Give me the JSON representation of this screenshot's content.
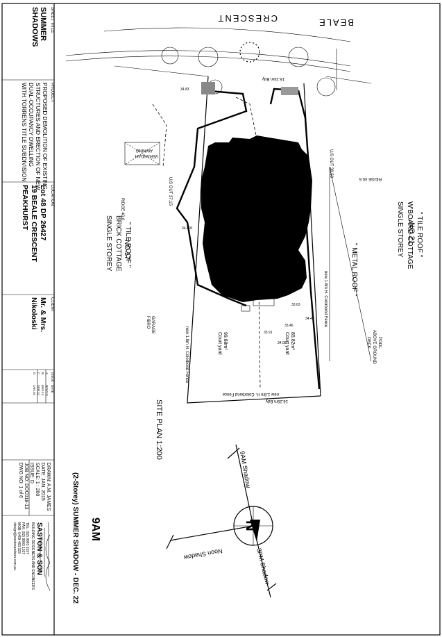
{
  "title_block": {
    "sheet_title_heading": "SHEET TITLE",
    "sheet_title": [
      "SUMMER",
      "SHADOWS"
    ],
    "project_heading": "PROJECT",
    "project": [
      "PROPOSED DEMOLITION OF EXISTING",
      "STRUCTURES AND ERECTION OF NEW",
      "DUAL-OCCUPANCY DWELLING",
      "WITH TORRENS TITLE SUBDIVISION"
    ],
    "location_heading": "LOCATION",
    "location": [
      "Lot 48  DP 26427",
      "19 BEALE CRESCENT",
      "PEAKHURST"
    ],
    "client_heading": "CLIENT",
    "client": [
      "Mr. & Mrs.",
      "Nikoloski"
    ],
    "drawing_info": [
      "DRAWN: A.M. JAMES",
      "DATE:  JAN. 2015",
      "SCALE: 1 : 200",
      "ISSUE: D",
      "JOB NO: DOC018-13",
      "DWG NO: 1 of 6"
    ],
    "firm": {
      "name": "SASTON & SON",
      "subtitle": "BUILDING DESIGNERS AND ENGINEERS",
      "contact": [
        "TEL: (02) 9993 1027",
        "FAX: (02) 9993 1027",
        "MOB: 0409 463 323",
        "design@sastonandson.com.au"
      ]
    }
  },
  "plan": {
    "site_plan_label": "SITE PLAN   1:200",
    "street": [
      "BEALE",
      "CRESCENT"
    ],
    "neighbour_right": [
      "NO.21",
      "SINGLE STOREY",
      "W'BOARD COTTAGE",
      "\" TILE ROOF \""
    ],
    "metal_roof": "\" METAL ROOF \"",
    "neighbour_left": [
      "NO.17",
      "SINGLE STOREY",
      "BRICK COTTAGE",
      "\" TILE ROOF \""
    ],
    "verandah": [
      "VERANDAH",
      "AWNING"
    ],
    "fibro_garage": [
      "FIBRO",
      "GARAGE"
    ],
    "deck": [
      "DECK",
      "ABOVE GROUND",
      "POOL"
    ],
    "fence_bottom": "new 1.8m H. Colorbond Fence",
    "fence_right": "new 1.8m H. Colorbond Fence",
    "fence_left": "new 1.8m H. Colorbond Fence",
    "court_yard_left": [
      "Court yard",
      "99.88m²"
    ],
    "court_yard_right": [
      "Court yard",
      "85.82m²"
    ],
    "dim_bottom": "16.29m Bdy",
    "dim_top": "15.24m Bdy",
    "ridge_right": "RIDGE 40.5",
    "ridge_left": "RIDGE 40.0",
    "gutter_right": "U/S GUT 38.50",
    "gutter_left": "U/S GUT 37.15",
    "spot_levels": [
      "34.83",
      "34.000",
      "33.63",
      "33.46",
      "34.49",
      "33.91",
      "34.08"
    ]
  },
  "shadow_diagram": {
    "time": "9AM",
    "caption": "(2-Storey) SUMMER SHADOW - DEC. 22",
    "nine_am": "9AM Shadow",
    "noon": "Noon Shadow",
    "three_pm": "3PM Shadow",
    "north": "N"
  },
  "revisions": {
    "headers": [
      "ISSUE",
      "DATE"
    ],
    "rows": [
      [
        "A",
        "NOV.13"
      ],
      [
        "B",
        "MAY.14"
      ],
      [
        "C",
        "SEP.14"
      ],
      [
        "D",
        "JAN.15"
      ]
    ]
  }
}
